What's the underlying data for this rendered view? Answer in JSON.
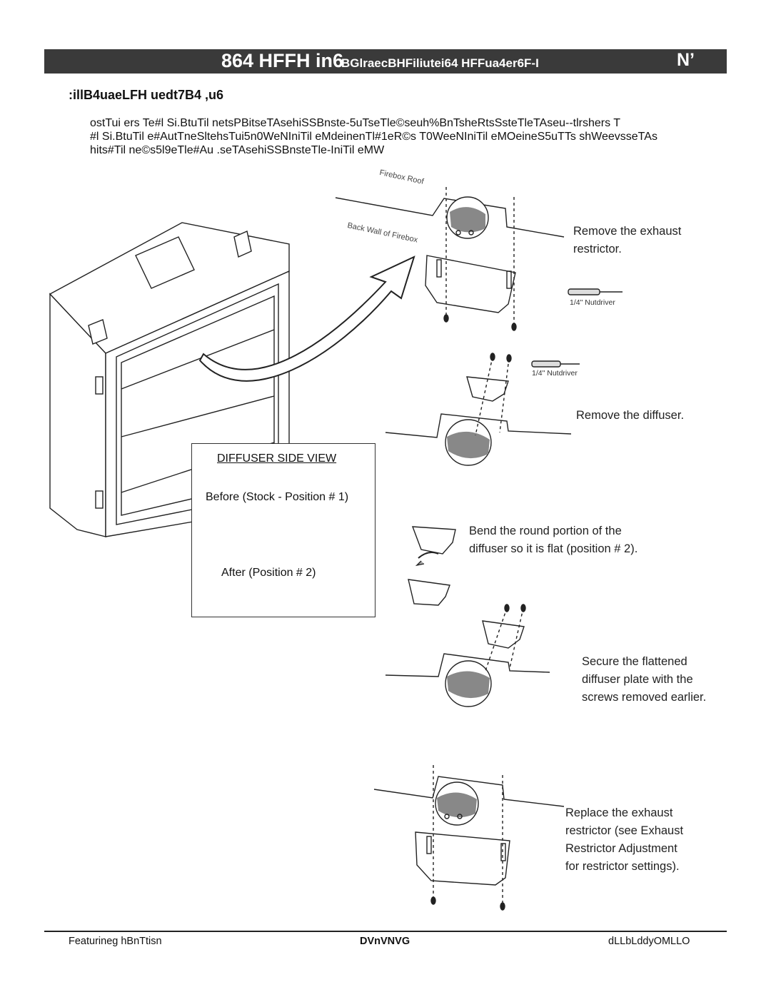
{
  "header": {
    "title": "864 HFFH in6",
    "subtitle": "BGlraecBHFiliutei64 HFFua4er6F-I",
    "page_marker": "N’"
  },
  "section": {
    "heading": ":illB4uaeLFH uedt7B4 ,u6",
    "body_lines": [
      "ostTui ers Te#l Si.BtuTil netsPBitseTAsehiSSBnste-5uTseTle©seuh%BnTsheRtsSsteTleTAseu--tlrshers T",
      "#l Si.BtuTil e#AutTneSltehsTui5n0WeNIniTil eMdeinenTl#1eR©s T0WeeNIniTil eMOeineS5uTTs shWeevsseTAs",
      "hits#Til ne©s5l9eTle#Au .seTAsehiSSBnsteTle-IniTil eMW"
    ]
  },
  "diagram": {
    "labels": {
      "firebox_roof": "Firebox Roof",
      "back_wall": "Back Wall of Firebox",
      "nutdriver_1": "1/4\" Nutdriver",
      "nutdriver_2": "1/4\" Nutdriver"
    },
    "steps": [
      {
        "caption_lines": [
          "Remove the exhaust",
          "restrictor."
        ]
      },
      {
        "caption_lines": [
          "Remove the diffuser."
        ]
      },
      {
        "caption_lines": [
          "Bend the round portion of the",
          "diffuser so it is flat (position # 2)."
        ]
      },
      {
        "caption_lines": [
          "Secure the flattened",
          "diffuser plate with the",
          "screws removed earlier."
        ]
      },
      {
        "caption_lines": [
          "Replace the exhaust",
          "restrictor (see Exhaust",
          "Restrictor Adjustment",
          "for restrictor settings)."
        ]
      }
    ],
    "side_view": {
      "title": "DIFFUSER SIDE VIEW",
      "before": "Before (Stock - Position # 1)",
      "after": "After (Position # 2)"
    }
  },
  "footer": {
    "left": "Featurineg hBnTtisn",
    "center": "DVnVNVG",
    "right": "dLLbLddyOMLLO"
  }
}
